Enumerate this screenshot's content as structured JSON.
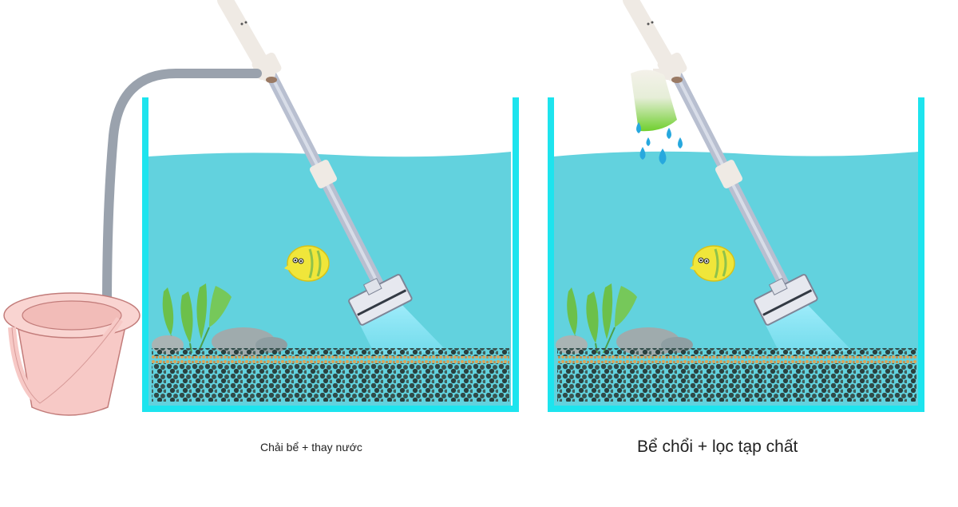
{
  "panels": [
    {
      "id": "left",
      "caption": "Chải bể + thay nước",
      "mode": "brush-and-water-change",
      "elements": [
        "bucket",
        "drain-hose",
        "gravel-vacuum",
        "fish",
        "plants",
        "rocks",
        "gravel"
      ]
    },
    {
      "id": "right",
      "caption": "Bể chổi + lọc tạp chất",
      "mode": "brush-and-filter-debris",
      "elements": [
        "filter-bag",
        "water-drops",
        "gravel-vacuum",
        "fish",
        "plants",
        "rocks",
        "gravel"
      ]
    }
  ],
  "colors": {
    "background": "#ffffff",
    "tank_frame": "#1de4ee",
    "water": "#62d2de",
    "gravel_dark": "#2e4a47",
    "gravel_orange": "#d9a55a",
    "plant": "#6cc04a",
    "fish": "#f0e63a",
    "tube": "#b8bfd0",
    "pipe_white": "#efeae4",
    "hose": "#9aa2ad",
    "bucket": "#f7c9c6",
    "bucket_outline": "#c27c7a",
    "filter_green": "#7fd23e",
    "drops": "#27a8de",
    "suction_beam": "#8fe6f6"
  }
}
